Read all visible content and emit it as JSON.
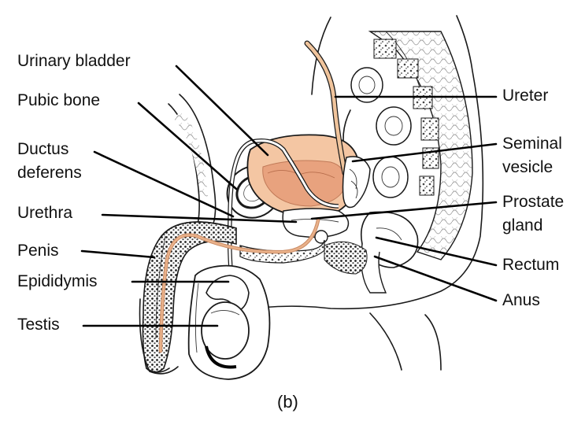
{
  "labels": {
    "urinary_bladder": "Urinary bladder",
    "pubic_bone": "Pubic bone",
    "ductus_deferens_1": "Ductus",
    "ductus_deferens_2": "deferens",
    "urethra": "Urethra",
    "penis": "Penis",
    "epididymis": "Epididymis",
    "testis": "Testis",
    "ureter": "Ureter",
    "seminal_vesicle_1": "Seminal",
    "seminal_vesicle_2": "vesicle",
    "prostate_gland_1": "Prostate",
    "prostate_gland_2": "gland",
    "rectum": "Rectum",
    "anus": "Anus"
  },
  "caption": "(b)",
  "colors": {
    "bladder": "#f4c6a3",
    "bladder_inner": "#e8a27e",
    "ureter": "#f0c49c",
    "urethra": "#e9b18a",
    "outline": "#1a1a1a",
    "bone_texture": "#555555",
    "background": "#ffffff"
  }
}
